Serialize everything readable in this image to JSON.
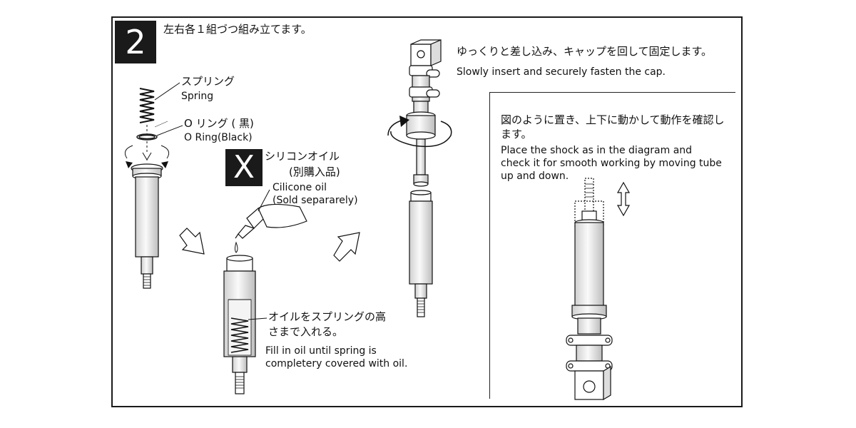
{
  "step": {
    "number": "2",
    "title": "左右各１組づつ組み立てます。"
  },
  "labels": {
    "spring_jp": "スプリング",
    "spring_en": "Spring",
    "oring_jp": "O リング ( 黒)",
    "oring_en": "O Ring(Black)",
    "x_mark": "X",
    "oil_jp": "シリコンオイル",
    "oil_jp_note": "(別購入品)",
    "oil_en": "Cilicone oil",
    "oil_en_note": "(Sold separarely)",
    "fill_jp_1": "オイルをスプリングの高",
    "fill_jp_2": "さまで入れる。",
    "fill_en_1": "Fill in oil until spring is",
    "fill_en_2": "completery covered with oil.",
    "insert_jp": "ゆっくりと差し込み、キャップを回して固定します。",
    "insert_en": "Slowly insert and securely fasten the cap.",
    "check_jp_1": "図のように置き、上下に動かして動作を確認し",
    "check_jp_2": "ます。",
    "check_en_1": "Place the shock as in the diagram and",
    "check_en_2": "check it for smooth working by moving tube",
    "check_en_3": "up and down."
  }
}
